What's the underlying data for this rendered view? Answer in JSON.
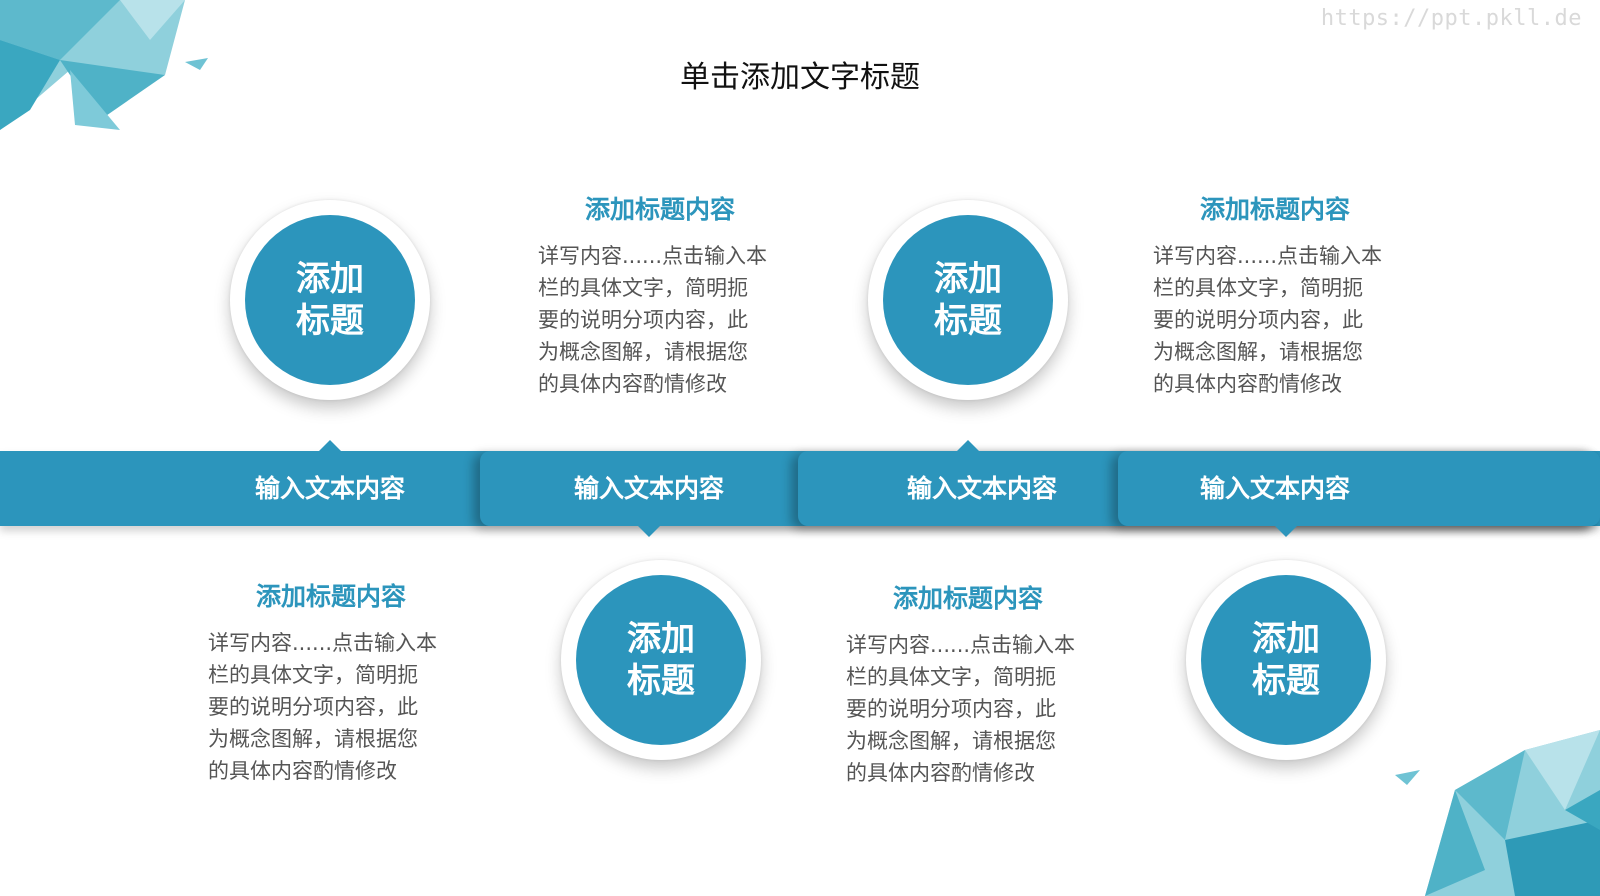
{
  "watermark": "https://ppt.pkll.de",
  "title": "单击添加文字标题",
  "band_labels": [
    "输入文本内容",
    "输入文本内容",
    "输入文本内容",
    "输入文本内容"
  ],
  "circles": [
    {
      "line1": "添加",
      "line2": "标题"
    },
    {
      "line1": "添加",
      "line2": "标题"
    },
    {
      "line1": "添加",
      "line2": "标题"
    },
    {
      "line1": "添加",
      "line2": "标题"
    }
  ],
  "items": [
    {
      "heading": "添加标题内容",
      "lines": [
        "详写内容......点击输入本",
        "栏的具体文字，简明扼",
        "要的说明分项内容，此",
        "为概念图解，请根据您",
        "的具体内容酌情修改"
      ]
    },
    {
      "heading": "添加标题内容",
      "lines": [
        "详写内容......点击输入本",
        "栏的具体文字，简明扼",
        "要的说明分项内容，此",
        "为概念图解，请根据您",
        "的具体内容酌情修改"
      ]
    },
    {
      "heading": "添加标题内容",
      "lines": [
        "详写内容......点击输入本",
        "栏的具体文字，简明扼",
        "要的说明分项内容，此",
        "为概念图解，请根据您",
        "的具体内容酌情修改"
      ]
    },
    {
      "heading": "添加标题内容",
      "lines": [
        "详写内容......点击输入本",
        "栏的具体文字，简明扼",
        "要的说明分项内容，此",
        "为概念图解，请根据您",
        "的具体内容酌情修改"
      ]
    }
  ],
  "colors": {
    "accent": "#2c95bc",
    "text": "#555555",
    "title": "#111111"
  }
}
